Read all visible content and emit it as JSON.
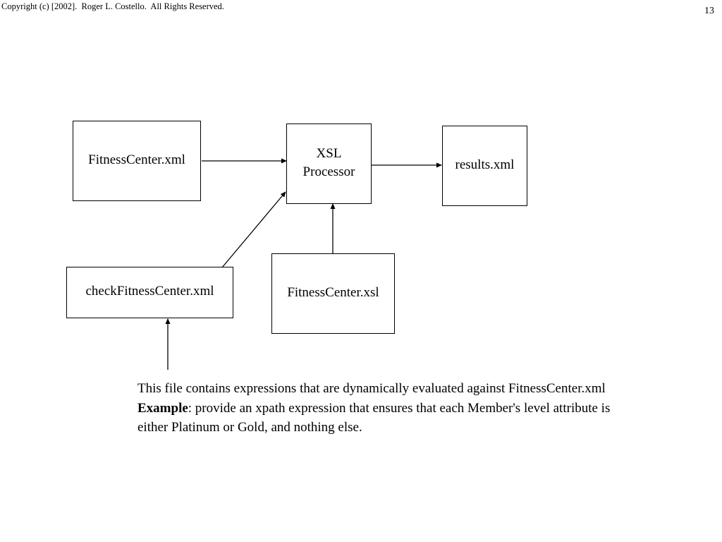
{
  "header": {
    "copyright": "Copyright (c) [2002].  Roger L. Costello.  All Rights Reserved.",
    "page_number": "13"
  },
  "diagram": {
    "fitness_center_xml": "FitnessCenter.xml",
    "xsl_processor_line1": "XSL",
    "xsl_processor_line2": "Processor",
    "results_xml": "results.xml",
    "check_fitness_center_xml": "checkFitnessCenter.xml",
    "fitness_center_xsl": "FitnessCenter.xsl"
  },
  "note": {
    "line1": "This file contains expressions that are dynamically evaluated against FitnessCenter.xml",
    "example_label": "Example",
    "line2_rest": ": provide an xpath expression that ensures that each Member's level attribute is",
    "line3": "either Platinum or Gold, and nothing else."
  }
}
